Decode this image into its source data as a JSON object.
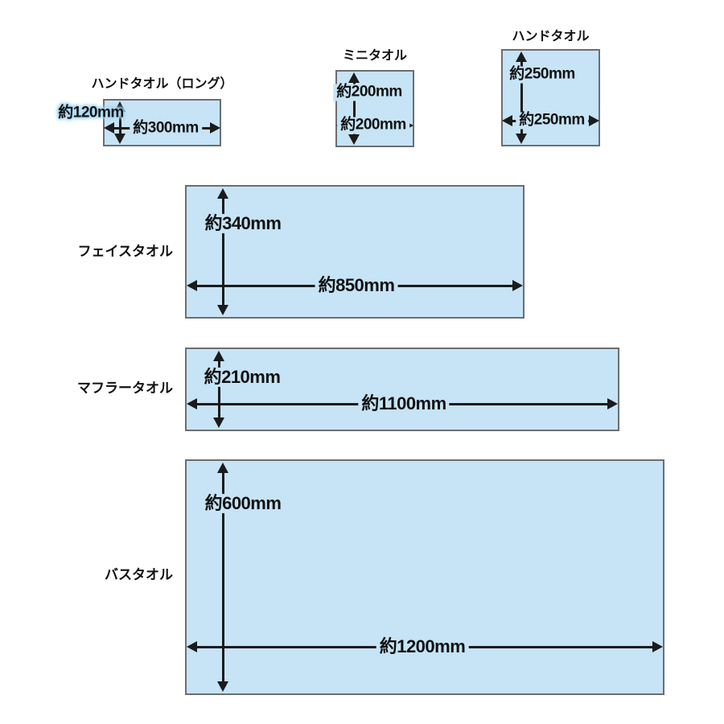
{
  "diagram_title": "towel size comparison diagram",
  "colors": {
    "fill": "#c6e4f6",
    "border": "#6d6e70",
    "arrow": "#1b1b1b",
    "text": "#111111",
    "highlight_halo": "#a9d8f3",
    "background": "#ffffff"
  },
  "towels": [
    {
      "id": "hand-towel-long",
      "title": "ハンドタオル（ロング）",
      "width_label": "約300mm",
      "height_label": "約120mm",
      "width_mm": 300,
      "height_mm": 120
    },
    {
      "id": "mini-towel",
      "title": "ミニタオル",
      "width_label": "約200mm",
      "height_label": "約200mm",
      "width_mm": 200,
      "height_mm": 200
    },
    {
      "id": "hand-towel",
      "title": "ハンドタオル",
      "width_label": "約250mm",
      "height_label": "約250mm",
      "width_mm": 250,
      "height_mm": 250
    },
    {
      "id": "face-towel",
      "title": "フェイスタオル",
      "width_label": "約850mm",
      "height_label": "約340mm",
      "width_mm": 850,
      "height_mm": 340
    },
    {
      "id": "muffler-towel",
      "title": "マフラータオル",
      "width_label": "約1100mm",
      "height_label": "約210mm",
      "width_mm": 1100,
      "height_mm": 210
    },
    {
      "id": "bath-towel",
      "title": "バスタオル",
      "width_label": "約1200mm",
      "height_label": "約600mm",
      "width_mm": 1200,
      "height_mm": 600
    }
  ]
}
